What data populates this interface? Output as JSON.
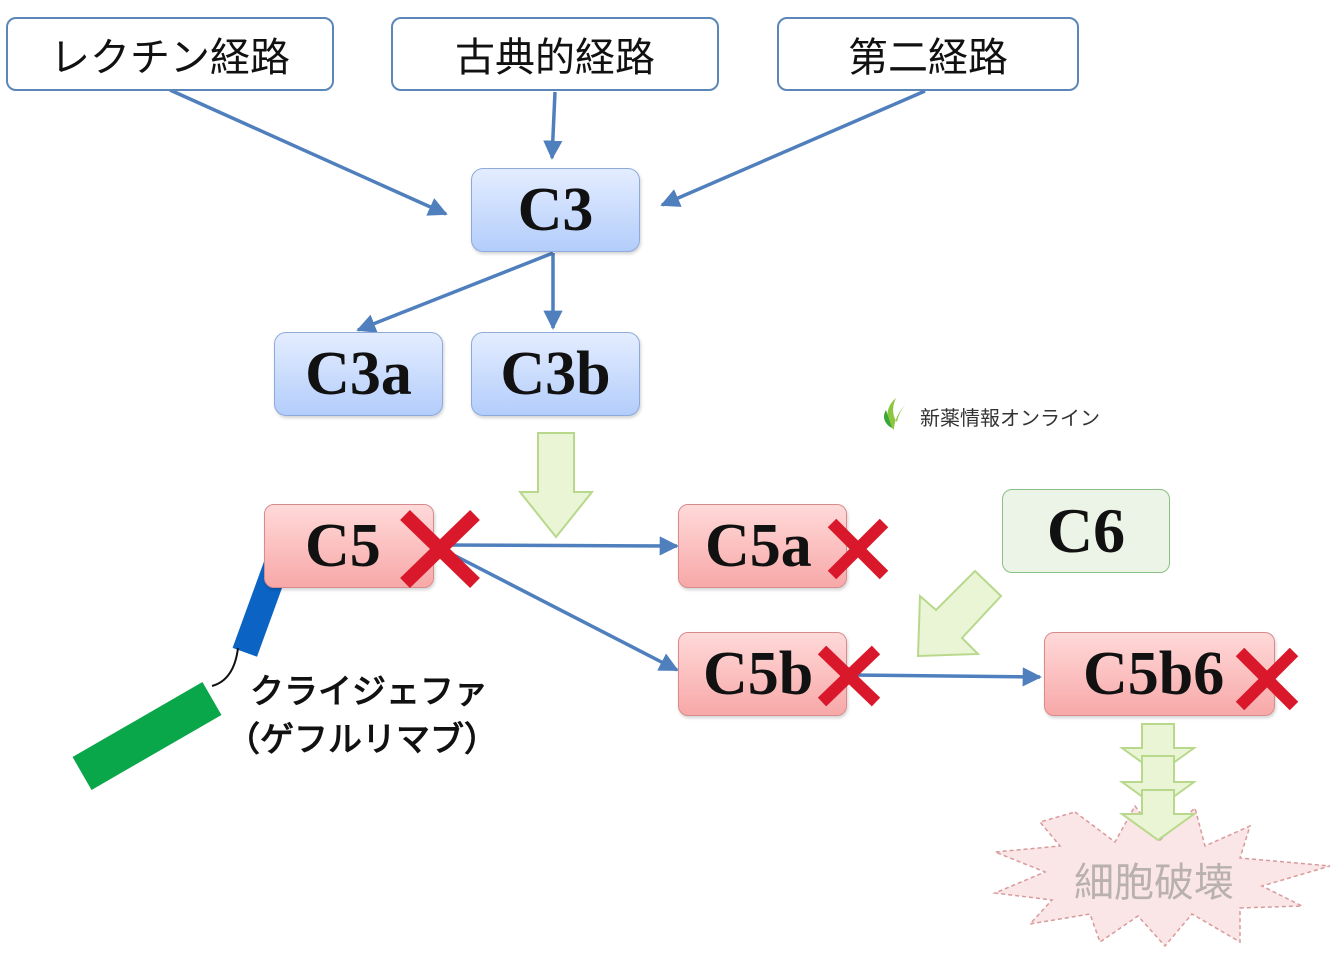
{
  "pathways": [
    {
      "label": "レクチン経路"
    },
    {
      "label": "古典的経路"
    },
    {
      "label": "第二経路"
    }
  ],
  "components": {
    "c3": "C3",
    "c3a": "C3a",
    "c3b": "C3b",
    "c5": "C5",
    "c5a": "C5a",
    "c5b": "C5b",
    "c6": "C6",
    "c5b6": "C5b6"
  },
  "drug": {
    "name": "クライジェファ",
    "generic": "（ゲフルリマブ）"
  },
  "outcome": "細胞破壊",
  "watermark": {
    "text": "新薬情報オンライン",
    "icon": "leaf-logo-icon"
  },
  "colors": {
    "arrow_line": "#4f7fbd",
    "block_arrow_fill": "#eaf5d5",
    "block_arrow_stroke": "#b8d98c",
    "cross_mark": "#d9182b",
    "antibody_blue": "#0b63c4",
    "antibody_green": "#0aa64a",
    "burst_fill": "#fae6e6",
    "burst_stroke": "#d99a9a"
  },
  "icons": {
    "inhibition": "red-x-icon",
    "antibody": "antibody-icon"
  }
}
